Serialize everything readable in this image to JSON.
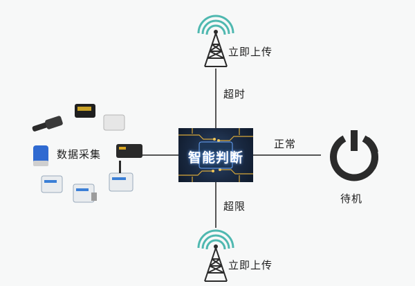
{
  "nodes": {
    "tower_top_label": "立即上传",
    "tower_bottom_label": "立即上传",
    "sensors_label": "数据采集",
    "center_label": "智能判断",
    "standby_label": "待机"
  },
  "edges": {
    "timeout_label": "超时",
    "normal_label": "正常",
    "overlimit_label": "超限"
  },
  "colors": {
    "line": "#555555",
    "signal_teal": "#4fb8b0",
    "power_icon": "#2b2b2b",
    "chip_bg": "#1a2a43"
  }
}
